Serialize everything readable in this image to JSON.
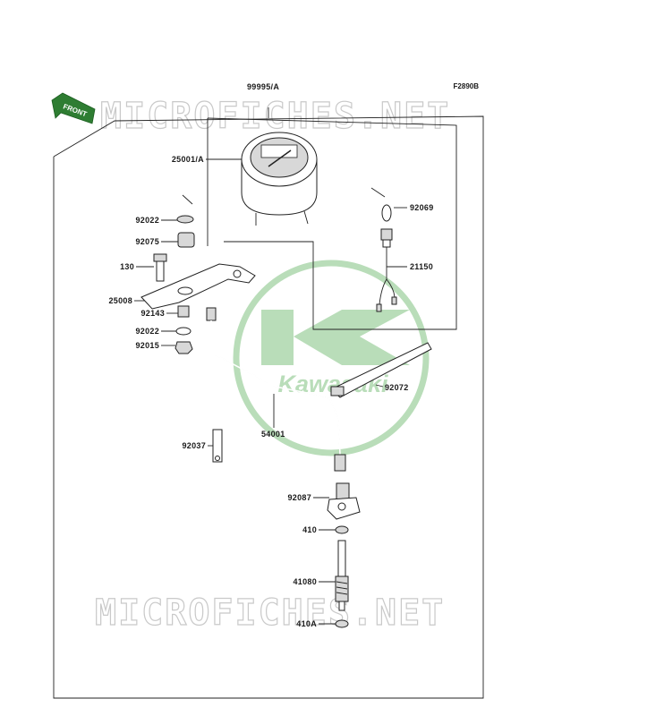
{
  "figure_code": "F2890B",
  "front_label": "FRONT",
  "watermark": "MICROFICHES.NET",
  "logo_text": "Kawasaki",
  "parts": {
    "assembly": "99995/A",
    "meter": "25001/A",
    "washer_top": "92022",
    "grommet": "92075",
    "bolt": "130",
    "bracket": "25008",
    "collar": "92143",
    "washer_bottom": "92022",
    "nut": "92015",
    "bulb": "92069",
    "socket": "21150",
    "band": "92072",
    "cable": "54001",
    "clamp": "92037",
    "housing": "92087",
    "seal": "410",
    "gear_shaft": "41080",
    "seal_a": "410A"
  }
}
